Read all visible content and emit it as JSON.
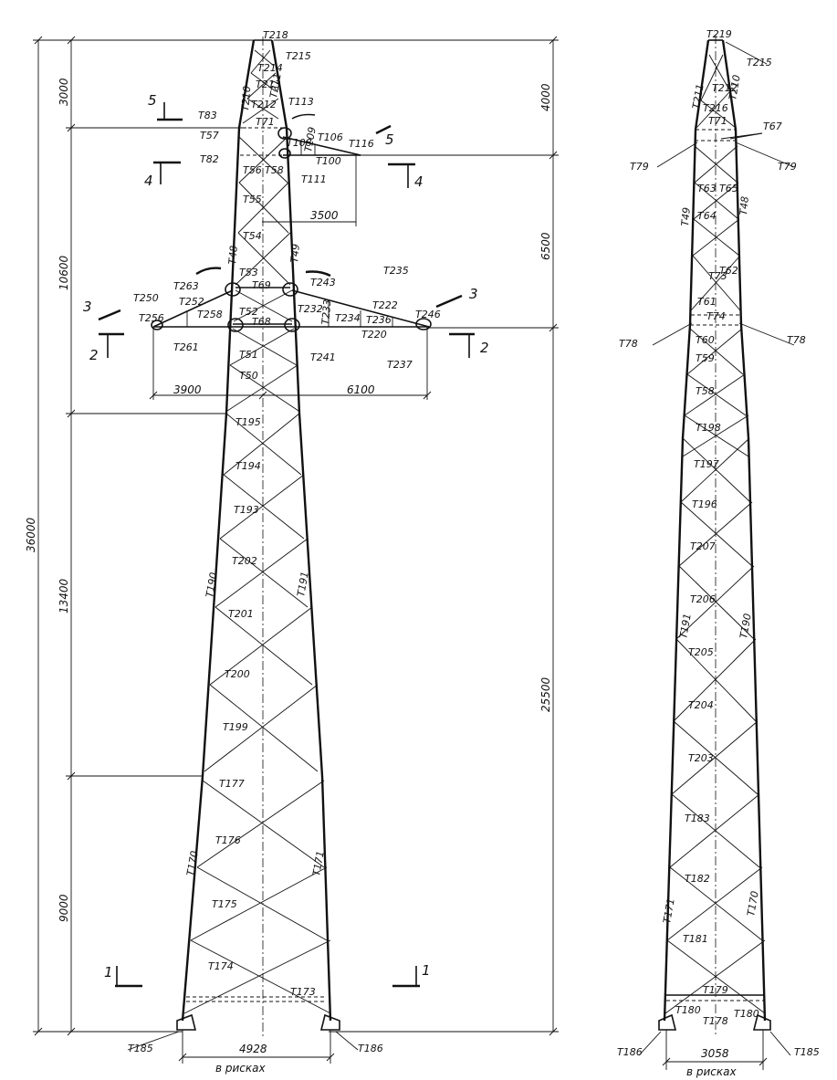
{
  "left_view": {
    "dims_left": [
      "3000",
      "10600",
      "13400",
      "9000"
    ],
    "dim_total": "36000",
    "dims_right": [
      "4000",
      "6500",
      "25500"
    ],
    "dims_horizontal": [
      "3500",
      "3900",
      "6100"
    ],
    "base_width": "4928",
    "base_note": "в рисках",
    "section_marks": [
      "5",
      "4",
      "3",
      "2",
      "1"
    ],
    "members": {
      "top": [
        "T218",
        "T215",
        "T214",
        "T213",
        "T212",
        "T211",
        "T210",
        "T113",
        "T83",
        "T71",
        "T57",
        "T82",
        "T108",
        "T106",
        "T116",
        "T109",
        "T100",
        "T111",
        "T58"
      ],
      "upper": [
        "T56",
        "T55",
        "T54",
        "T53",
        "T48",
        "T49",
        "T69",
        "T263",
        "T243",
        "T235",
        "T250",
        "T252",
        "T256",
        "T258",
        "T52",
        "T68",
        "T232",
        "T233",
        "T234",
        "T236",
        "T222",
        "T220",
        "T246",
        "T261",
        "T241",
        "T237",
        "T51",
        "T50"
      ],
      "lower": [
        "T195",
        "T194",
        "T193",
        "T202",
        "T201",
        "T200",
        "T199",
        "T190",
        "T191",
        "T177",
        "T176",
        "T175",
        "T174",
        "T173",
        "T170",
        "T171",
        "T185",
        "T186"
      ]
    }
  },
  "right_view": {
    "dim_right": [
      "4000",
      "6500"
    ],
    "base_width": "3058",
    "base_note": "в рисках",
    "members": {
      "top": [
        "T219",
        "T215",
        "T211",
        "T210",
        "T212",
        "T216",
        "T71",
        "T67",
        "T79"
      ],
      "upper": [
        "T49",
        "T48",
        "T63",
        "T64",
        "T65",
        "T62",
        "T73",
        "T61",
        "T74",
        "T78",
        "T60",
        "T59",
        "T58"
      ],
      "lower": [
        "T198",
        "T197",
        "T196",
        "T207",
        "T206",
        "T205",
        "T204",
        "T203",
        "T183",
        "T182",
        "T181",
        "T191",
        "T190",
        "T171",
        "T170",
        "T179",
        "T178",
        "T180",
        "T186",
        "T185"
      ]
    }
  }
}
